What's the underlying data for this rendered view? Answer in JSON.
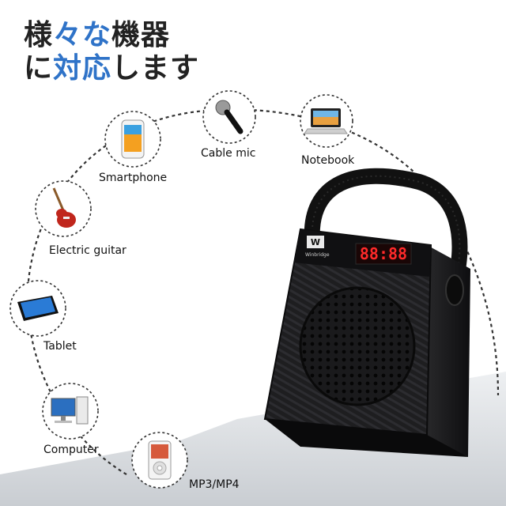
{
  "headline": {
    "line1_pre": "様",
    "line1_accent": "々な",
    "line1_post": "機器",
    "line2_pre": "に",
    "line2_accent": "対応",
    "line2_post": "します"
  },
  "devices": [
    {
      "id": "smartphone",
      "label": "Smartphone",
      "icon": "smartphone-icon"
    },
    {
      "id": "cable-mic",
      "label": "Cable mic",
      "icon": "microphone-icon"
    },
    {
      "id": "notebook",
      "label": "Notebook",
      "icon": "laptop-icon"
    },
    {
      "id": "electric-guitar",
      "label": "Electric guitar",
      "icon": "guitar-icon"
    },
    {
      "id": "tablet",
      "label": "Tablet",
      "icon": "tablet-icon"
    },
    {
      "id": "computer",
      "label": "Computer",
      "icon": "desktop-computer-icon"
    },
    {
      "id": "mp3-mp4",
      "label": "MP3/MP4",
      "icon": "mp3-player-icon"
    }
  ],
  "speaker": {
    "display_text": "88:88",
    "brand_badge": "W",
    "brand_name": "Winbridge",
    "display_color": "#ff2a2a"
  },
  "colors": {
    "accent": "#2f73c8",
    "ring": "#333333",
    "speaker_body": "#1c1c1e"
  }
}
